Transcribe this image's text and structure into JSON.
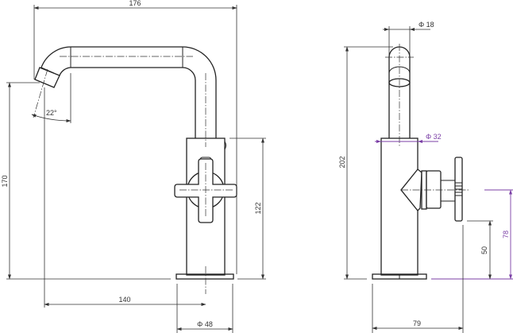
{
  "front_view": {
    "dimensions": {
      "overall_width": "176",
      "spout_angle": "22°",
      "spout_height": "170",
      "handle_height": "122",
      "spout_reach": "140",
      "base_diameter": "Φ 48"
    }
  },
  "side_view": {
    "dimensions": {
      "spout_diameter": "Φ 18",
      "overall_height": "202",
      "body_diameter": "Φ 32",
      "handle_center_height": "78",
      "handle_bottom_height": "50",
      "depth": "79"
    }
  },
  "colors": {
    "line": "#222222",
    "accent_dimension": "#7b3fa6"
  }
}
